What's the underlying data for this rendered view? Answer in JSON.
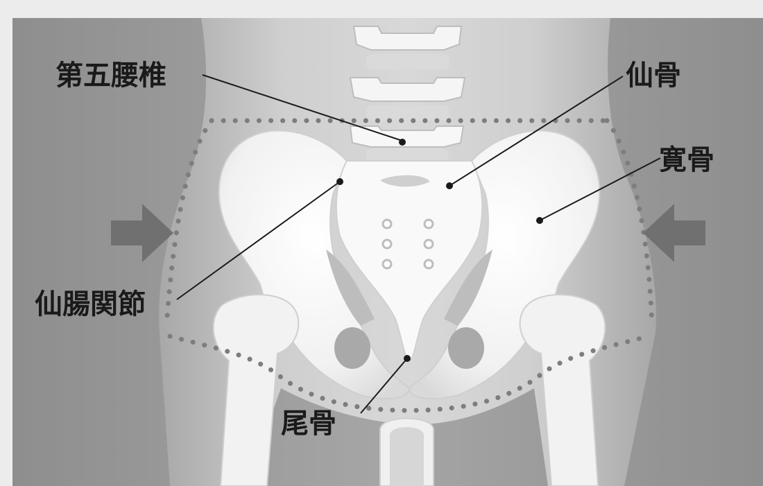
{
  "diagram": {
    "labels": {
      "fifth_lumbar": "第五腰椎",
      "sacrum": "仙骨",
      "ilium": "寛骨",
      "sacroiliac_joint": "仙腸関節",
      "coccyx": "尾骨"
    },
    "colors": {
      "background": "#9a9a9a",
      "body_silhouette": "#c2c2c2",
      "bone": "#f4f4f4",
      "bone_shadow": "#d6d6d6",
      "dots": "#7d7d7d",
      "arrow": "#6f6f6f",
      "leader_line": "#1a1a1a"
    },
    "icons": {
      "left_arrow": "arrow-right-icon",
      "right_arrow": "arrow-left-icon"
    }
  }
}
